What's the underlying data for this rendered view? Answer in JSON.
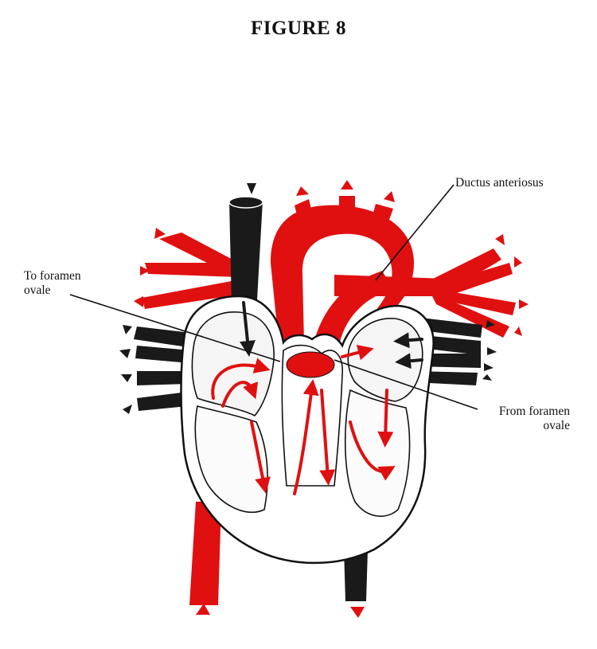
{
  "figure": {
    "title": "FIGURE 8"
  },
  "labels": {
    "ductus": "Ductus anteriosus",
    "to_foramen_line1": "To foramen",
    "to_foramen_line2": "ovale",
    "from_foramen_line1": "From foramen",
    "from_foramen_line2": "ovale"
  },
  "colors": {
    "oxygenated": "#e01010",
    "deoxygenated": "#1a1a1a",
    "outline": "#111111",
    "background": "#ffffff"
  }
}
